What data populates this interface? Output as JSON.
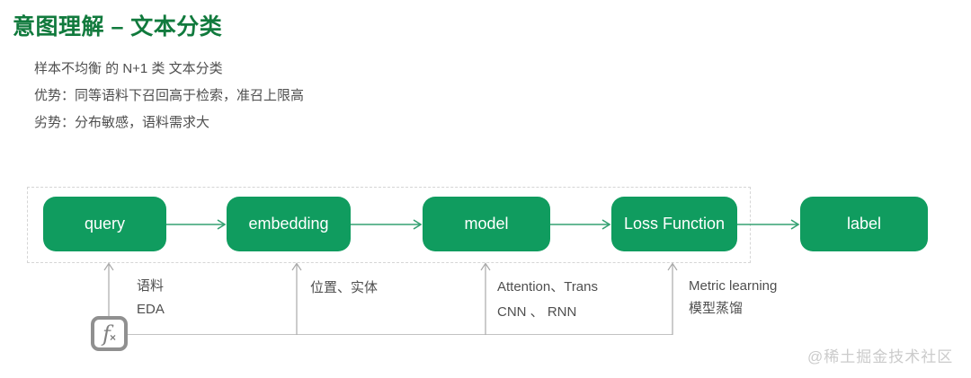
{
  "title": "意图理解 – 文本分类",
  "description": {
    "line1": "样本不均衡 的 N+1 类 文本分类",
    "line2": "优势：同等语料下召回高于检索，准召上限高",
    "line3": "劣势：分布敏感，语料需求大"
  },
  "pipeline": {
    "nodes": [
      {
        "label": "query"
      },
      {
        "label": "embedding"
      },
      {
        "label": "model"
      },
      {
        "label": "Loss Function"
      },
      {
        "label": "label"
      }
    ]
  },
  "annotations": [
    {
      "line1": "语料",
      "line2": "EDA"
    },
    {
      "line1": "位置、实体"
    },
    {
      "line1": "Attention、Trans",
      "line2": "CNN 、 RNN"
    },
    {
      "line1": "Metric learning",
      "line2": "模型蒸馏"
    }
  ],
  "fx_icon": {
    "f": "f",
    "x": "×"
  },
  "watermark": "@稀土掘金技术社区",
  "colors": {
    "title_green": "#117a3d",
    "node_green": "#109c5f",
    "arrow_green": "#35a172",
    "text_gray": "#4f4f4f",
    "line_gray": "#a9a9a9",
    "connector_gray": "#c2c2c2",
    "dash_gray": "#d5d5d5",
    "watermark_gray": "#cbcbcb"
  }
}
